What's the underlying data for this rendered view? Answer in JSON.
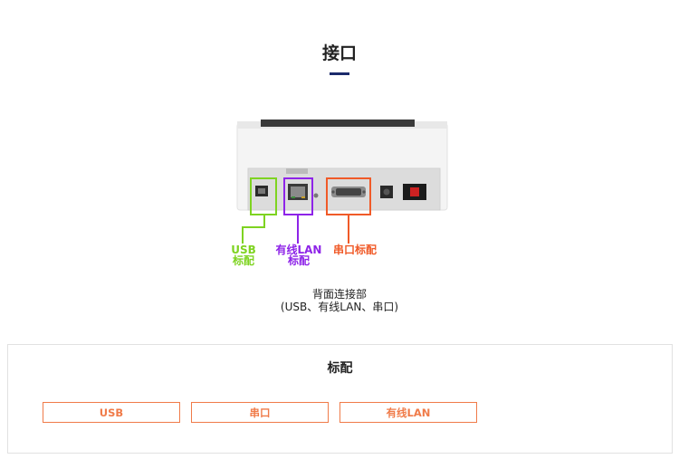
{
  "heading": "接口",
  "callouts": {
    "usb_line1": "USB",
    "usb_line2": "标配",
    "lan_line1": "有线LAN",
    "lan_line2": "标配",
    "serial_label": "串口标配"
  },
  "caption": {
    "line1": "背面连接部",
    "line2": "(USB、有线LAN、串口)"
  },
  "standard": {
    "title": "标配",
    "items": [
      "USB",
      "串口",
      "有线LAN"
    ]
  },
  "colors": {
    "accent_bar": "#1b2a6b",
    "usb_green": "#7ed321",
    "lan_purple": "#8e24e8",
    "serial_orange": "#f05a28",
    "chip_orange": "#f07b49"
  }
}
